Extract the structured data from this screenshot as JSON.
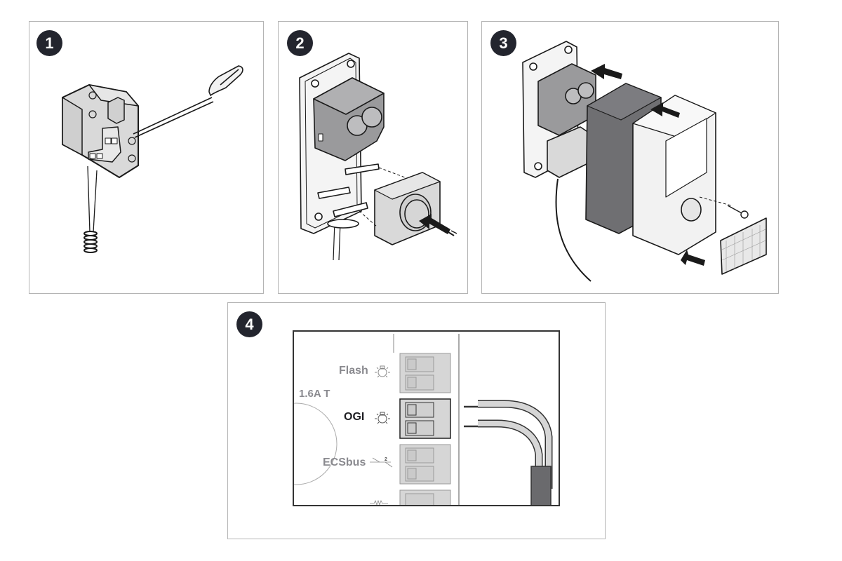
{
  "steps": [
    {
      "number": "1",
      "description": "Junction box with screwdriver; cable wires with spiral sheath"
    },
    {
      "number": "2",
      "description": "Photocell mounted on base plate; lens assembly pressed on"
    },
    {
      "number": "3",
      "description": "Exploded view: gasket cover, front cover, screw and textured cap"
    },
    {
      "number": "4",
      "description": "Control unit terminal wiring"
    }
  ],
  "wiring": {
    "fuse_label": "1.6A T",
    "terminals": [
      {
        "label": "Flash",
        "icon": "lamp-icon",
        "highlighted": false
      },
      {
        "label": "OGI",
        "icon": "lamp-icon",
        "highlighted": true
      },
      {
        "label": "ECSbus",
        "icon": "bus-2-wire-icon",
        "highlighted": false,
        "wire_count": "2"
      }
    ]
  },
  "colors": {
    "badge_bg": "#23252e",
    "badge_fg": "#ffffff",
    "label_muted": "#8a8a8f",
    "label_active": "#1e1e22",
    "terminal_fill": "#d6d6d6",
    "device_gray": "#d9d9d9",
    "cover_dark": "#6f6f72",
    "cable_jacket": "#6a6a6d"
  }
}
